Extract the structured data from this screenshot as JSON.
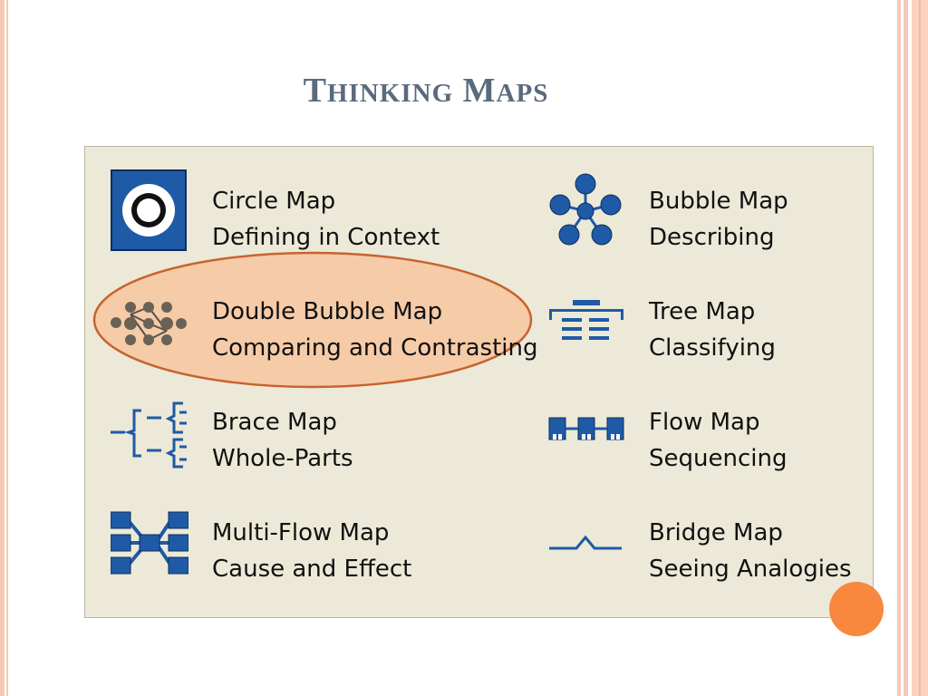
{
  "slide": {
    "title_first_cap": "T",
    "title_first_rest": "HINKING",
    "title_second_cap": "M",
    "title_second_rest": "APS"
  },
  "maps": [
    {
      "name": "Circle Map",
      "purpose": "Defining in Context",
      "icon": "circle-map-icon"
    },
    {
      "name": "Bubble Map",
      "purpose": "Describing",
      "icon": "bubble-map-icon"
    },
    {
      "name": "Double Bubble Map",
      "purpose": "Comparing and Contrasting",
      "icon": "double-bubble-map-icon"
    },
    {
      "name": "Tree Map",
      "purpose": "Classifying",
      "icon": "tree-map-icon"
    },
    {
      "name": "Brace Map",
      "purpose": "Whole-Parts",
      "icon": "brace-map-icon"
    },
    {
      "name": "Flow Map",
      "purpose": "Sequencing",
      "icon": "flow-map-icon"
    },
    {
      "name": "Multi-Flow Map",
      "purpose": "Cause and Effect",
      "icon": "multi-flow-map-icon"
    },
    {
      "name": "Bridge Map",
      "purpose": "Seeing Analogies",
      "icon": "bridge-map-icon"
    }
  ],
  "colors": {
    "icon_blue": "#1f5aa6",
    "highlight_fill": "#f6cba8",
    "highlight_stroke": "#c8622e",
    "accent_orange": "#f7883e",
    "title_color": "#5a6a7e"
  }
}
